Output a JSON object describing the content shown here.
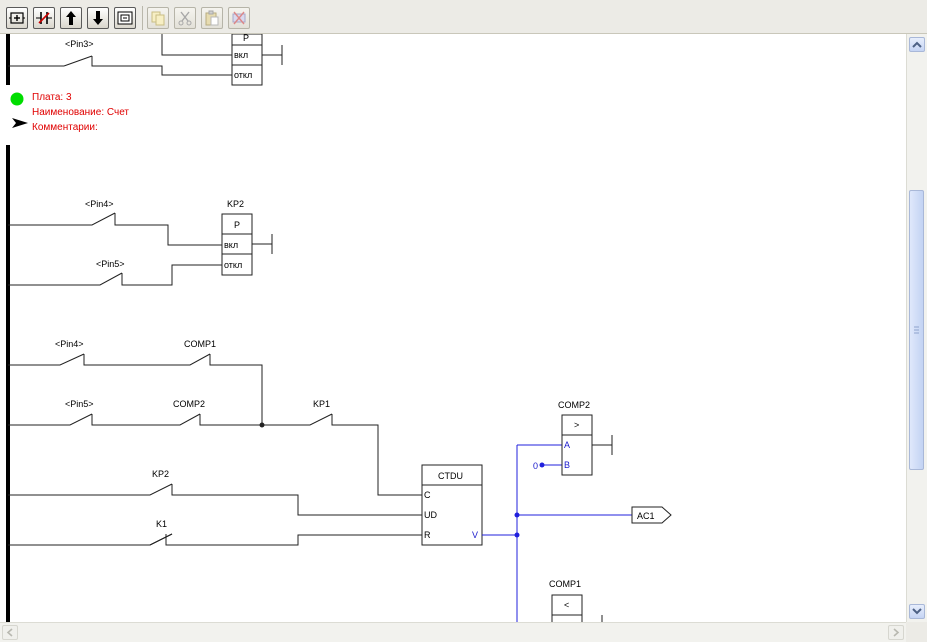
{
  "toolbar": {
    "buttons": [
      {
        "name": "add-element-button",
        "icon": "add-element-icon",
        "enabled": true
      },
      {
        "name": "toggle-contact-button",
        "icon": "contact-toggle-icon",
        "enabled": true
      },
      {
        "name": "move-up-button",
        "icon": "arrow-up-icon",
        "enabled": true
      },
      {
        "name": "move-down-button",
        "icon": "arrow-down-icon",
        "enabled": true
      },
      {
        "name": "properties-button",
        "icon": "properties-icon",
        "enabled": true
      },
      {
        "name": "copy-button",
        "icon": "copy-icon",
        "enabled": false
      },
      {
        "name": "cut-button",
        "icon": "scissors-icon",
        "enabled": false
      },
      {
        "name": "paste-button",
        "icon": "paste-icon",
        "enabled": false
      },
      {
        "name": "delete-button",
        "icon": "delete-icon",
        "enabled": false
      }
    ]
  },
  "board_info": {
    "board": "Плата: 3",
    "name": "Наименование: Счет",
    "comments": "Комментарии:",
    "status_color": "#00dd00",
    "text_color": "#e00000"
  },
  "diagram": {
    "rung0": {
      "contact": "<Pin3>",
      "block_top": "P",
      "in_on": "вкл",
      "in_off": "откл"
    },
    "rung1": {
      "contact_a": "<Pin4>",
      "contact_b": "<Pin5>",
      "block_label": "KP2",
      "block_title": "P",
      "in_on": "вкл",
      "in_off": "откл"
    },
    "rung2": {
      "c_pin4": "<Pin4>",
      "c_comp1": "COMP1",
      "c_pin5": "<Pin5>",
      "c_comp2": "COMP2",
      "c_kp1": "KP1",
      "c_kp2": "KP2",
      "c_k1": "K1",
      "ctdu": {
        "title": "CTDU",
        "in_c": "C",
        "in_ud": "UD",
        "in_r": "R",
        "out_v": "V"
      },
      "comp2_block": {
        "label": "COMP2",
        "op": ">",
        "in_a": "A",
        "in_b": "B",
        "const_b": "0"
      },
      "output_tag": "AC1",
      "comp1_block": {
        "label": "COMP1",
        "op": "<"
      }
    },
    "wire_color": "#222222",
    "signal_color": "#2020dd"
  }
}
